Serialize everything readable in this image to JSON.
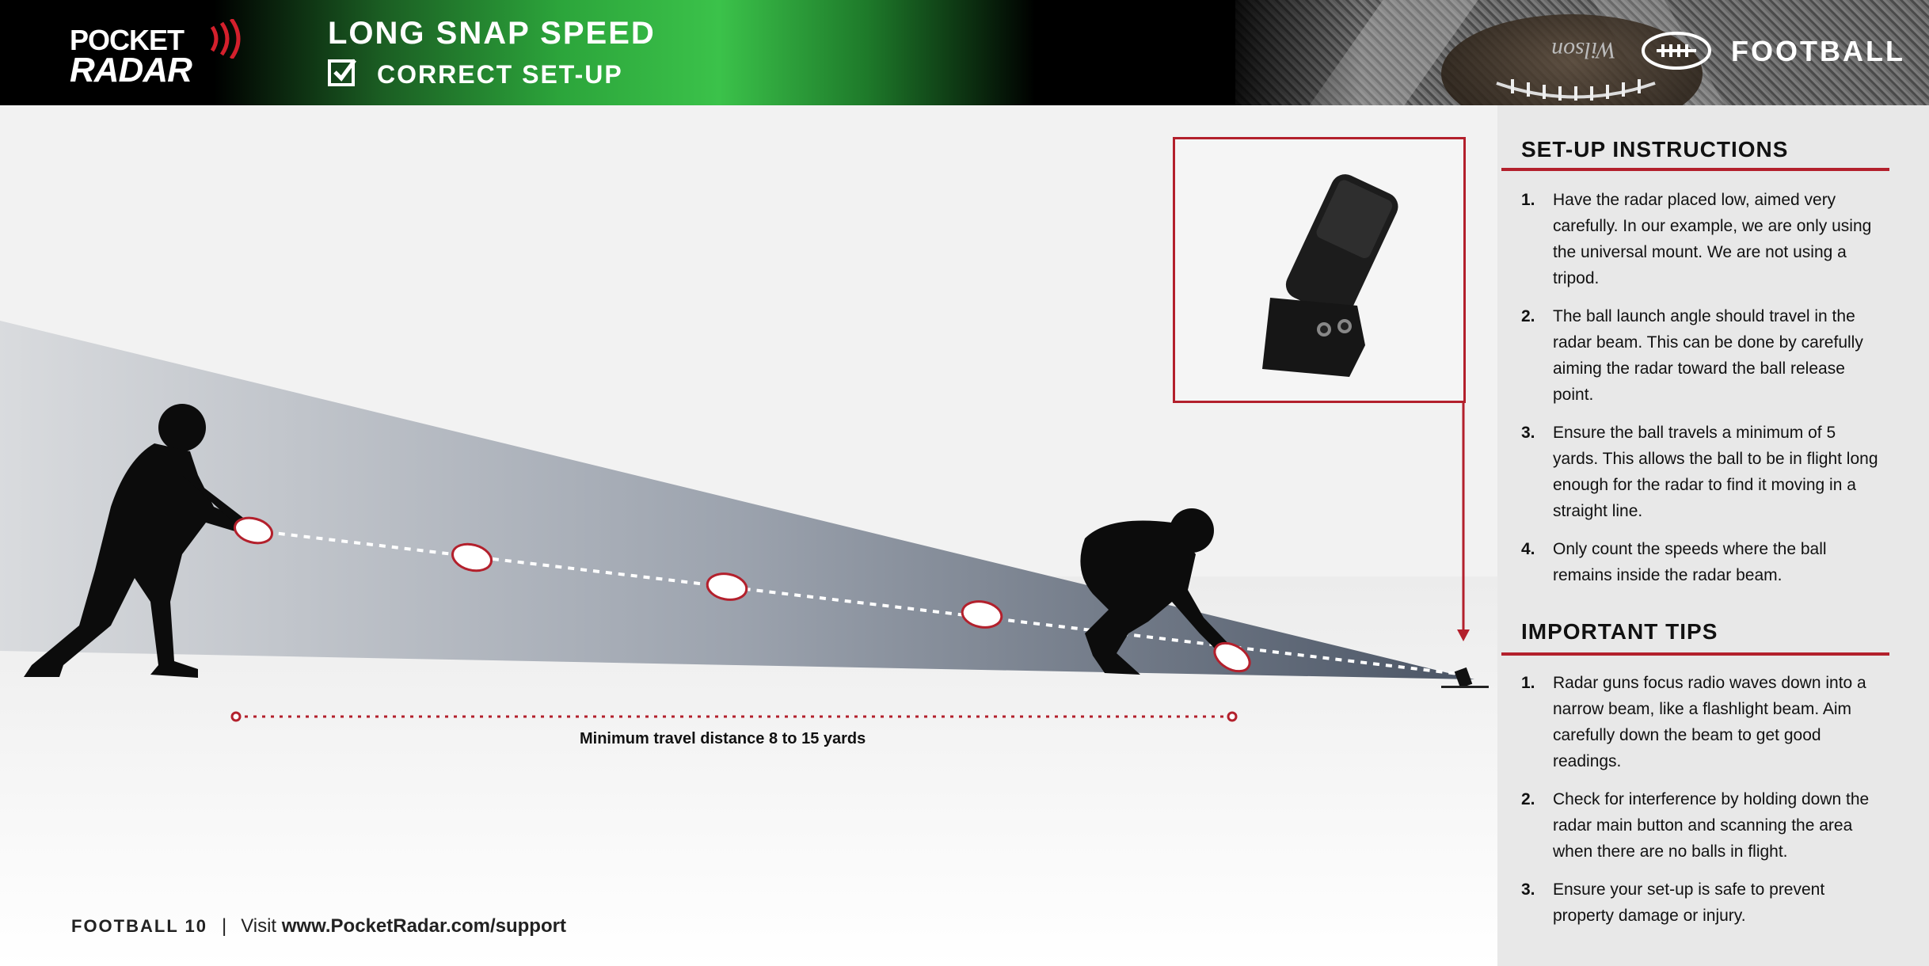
{
  "header": {
    "logo_line1": "POCKET",
    "logo_line2": "RADAR",
    "title": "LONG SNAP SPEED",
    "subtitle": "CORRECT SET-UP",
    "sport_label": "FOOTBALL",
    "ball_brand": "Wilson"
  },
  "diagram": {
    "caption": "Minimum travel distance 8 to 15 yards"
  },
  "setup": {
    "title": "SET-UP INSTRUCTIONS",
    "items": [
      {
        "num": "1.",
        "text": "Have the radar placed low, aimed very carefully. In our example, we are only using the universal mount. We are not using a tripod."
      },
      {
        "num": "2.",
        "text": "The ball launch angle should travel in the radar beam. This can be done by carefully aiming the radar toward the ball release point."
      },
      {
        "num": "3.",
        "text": "Ensure the ball travels a minimum of 5 yards. This allows the ball to be in flight long enough for the radar to find it moving in a straight line."
      },
      {
        "num": "4.",
        "text": "Only count the speeds where the ball remains inside the radar beam."
      }
    ]
  },
  "tips": {
    "title": "IMPORTANT TIPS",
    "items": [
      {
        "num": "1.",
        "text": "Radar guns focus radio waves down into a narrow beam, like a flashlight beam. Aim carefully down the beam to get good readings."
      },
      {
        "num": "2.",
        "text": "Check for interference by holding down the radar main button and scanning the area when there are no balls in flight."
      },
      {
        "num": "3.",
        "text": "Ensure your set-up is safe to prevent property damage or injury."
      }
    ]
  },
  "footer": {
    "page_label": "FOOTBALL 10",
    "separator": "|",
    "visit": "Visit",
    "url": "www.PocketRadar.com/support"
  },
  "colors": {
    "accent_red": "#b3202c",
    "header_green": "#3bc24a"
  }
}
